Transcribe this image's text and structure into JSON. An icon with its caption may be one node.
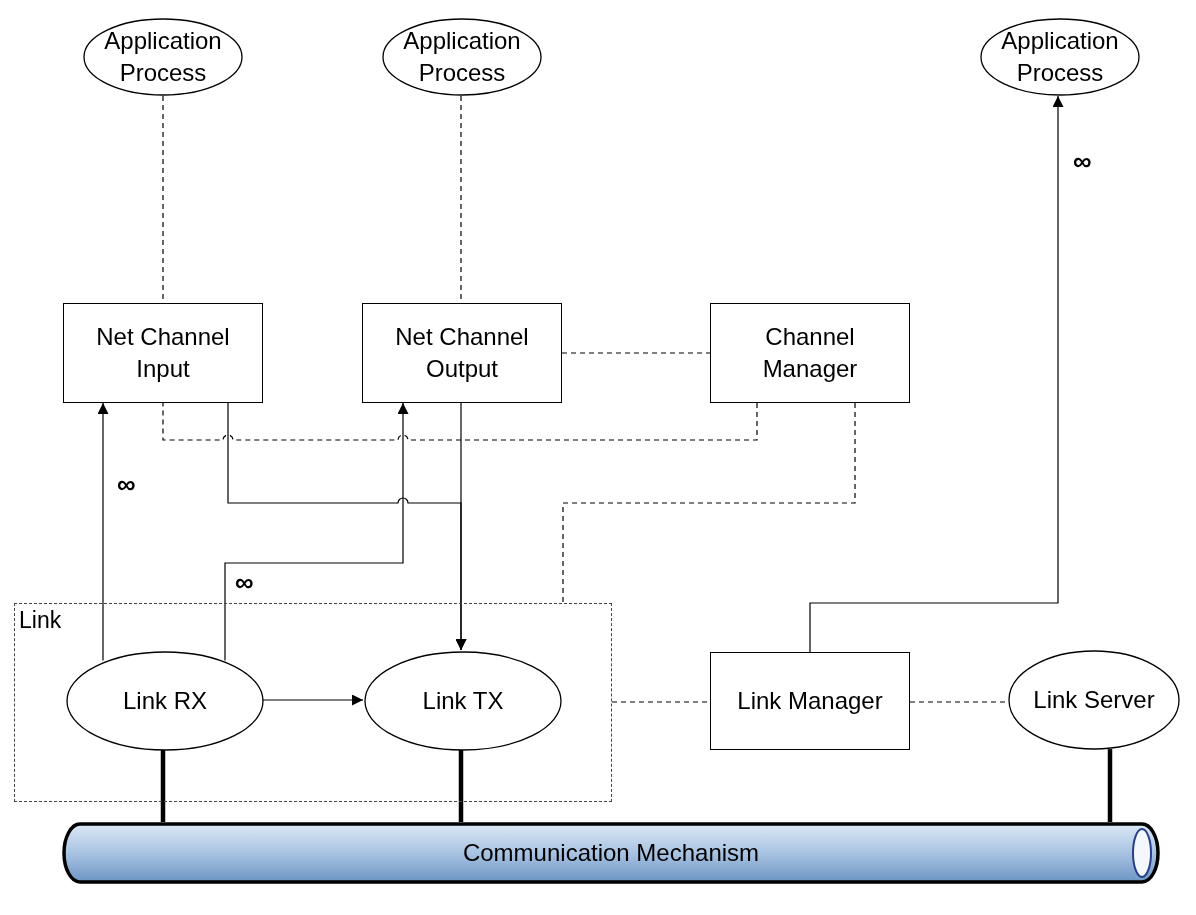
{
  "diagram": {
    "nodes": [
      {
        "text": [
          "Application Process"
        ]
      },
      {
        "text": [
          "Application Process"
        ]
      },
      {
        "text": [
          "Application Process"
        ]
      },
      {
        "text": [
          "Net Channel Input"
        ]
      },
      {
        "text": [
          "Net Channel Output"
        ]
      },
      {
        "text": [
          "Channel Manager"
        ]
      },
      {
        "text": [
          "Link"
        ]
      },
      {
        "text": [
          "Link RX"
        ],
        "in": 6
      },
      {
        "text": [
          "Link TX"
        ],
        "in": 6
      },
      {
        "text": [
          "Link Manager"
        ]
      },
      {
        "text": [
          "Link Server"
        ]
      },
      {
        "text": [
          "Communication Mechanism"
        ]
      }
    ],
    "edges": [
      {
        "from": 0,
        "to": 3,
        "arrow": "none",
        "style": "dashed"
      },
      {
        "from": 1,
        "to": 4,
        "arrow": "none",
        "style": "dashed"
      },
      {
        "from": 4,
        "to": 5,
        "arrow": "none",
        "style": "dashed"
      },
      {
        "from": 5,
        "to": 3,
        "arrow": "none",
        "style": "dashed"
      },
      {
        "from": 5,
        "to": 6,
        "arrow": "none",
        "style": "dashed"
      },
      {
        "from": 7,
        "to": 3,
        "arrow": "to",
        "label": "∞"
      },
      {
        "from": 7,
        "to": 4,
        "arrow": "to",
        "label": "∞"
      },
      {
        "from": 3,
        "to": 8,
        "arrow": "to"
      },
      {
        "from": 4,
        "to": 8,
        "arrow": "to"
      },
      {
        "from": 7,
        "to": 8,
        "arrow": "to"
      },
      {
        "from": 9,
        "to": 2,
        "arrow": "to",
        "label": "∞"
      },
      {
        "from": 6,
        "to": 9,
        "arrow": "none",
        "style": "dashed"
      },
      {
        "from": 9,
        "to": 10,
        "arrow": "none",
        "style": "dashed"
      },
      {
        "from": 7,
        "to": 11,
        "arrow": "none",
        "style": "thick"
      },
      {
        "from": 8,
        "to": 11,
        "arrow": "none",
        "style": "thick"
      },
      {
        "from": 10,
        "to": 11,
        "arrow": "none",
        "style": "thick"
      }
    ]
  }
}
